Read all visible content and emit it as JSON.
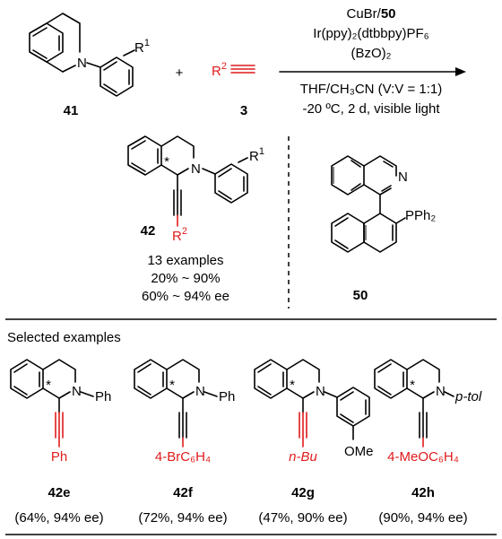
{
  "reaction": {
    "reactant1_label": "41",
    "reactant1_sub": "R",
    "reactant1_sub_sup": "1",
    "plus": "+",
    "reactant2_label": "3",
    "reactant2_sub": "R",
    "reactant2_sub_sup": "2",
    "cond_line1_pre": "CuBr/",
    "cond_line1_bold": "50",
    "cond_line2": "Ir(ppy)₂(dtbbpy)PF₆",
    "cond_line3": "(BzO)₂",
    "cond_line4": "THF/CH₃CN (V:V = 1:1)",
    "cond_line5": "-20 ºC, 2 d, visible light"
  },
  "product": {
    "label": "42",
    "R1": "R",
    "R1_sup": "1",
    "R2": "R",
    "R2_sup": "2",
    "N": "N",
    "star": "*",
    "summary_line1": "13 examples",
    "summary_line2": "20% ~ 90%",
    "summary_line3": "60% ~ 94% ee"
  },
  "ligand": {
    "label": "50",
    "N": "N",
    "PPh2": "PPh₂"
  },
  "selected": {
    "heading": "Selected examples",
    "examples": [
      {
        "label": "42e",
        "n_sub": "Ph",
        "alkyne": "Ph",
        "result": "(64%, 94% ee)"
      },
      {
        "label": "42f",
        "n_sub": "Ph",
        "alkyne": "4-BrC₆H₄",
        "result": "(72%, 94% ee)"
      },
      {
        "label": "42g",
        "n_sub": "OMe",
        "alkyne": "n-Bu",
        "result": "(47%, 90% ee)"
      },
      {
        "label": "42h",
        "n_sub": "p-tol",
        "alkyne": "4-MeOC₆H₄",
        "result": "(90%, 94% ee)"
      }
    ]
  },
  "colors": {
    "highlight": "#e01b1b",
    "ink": "#000000"
  }
}
